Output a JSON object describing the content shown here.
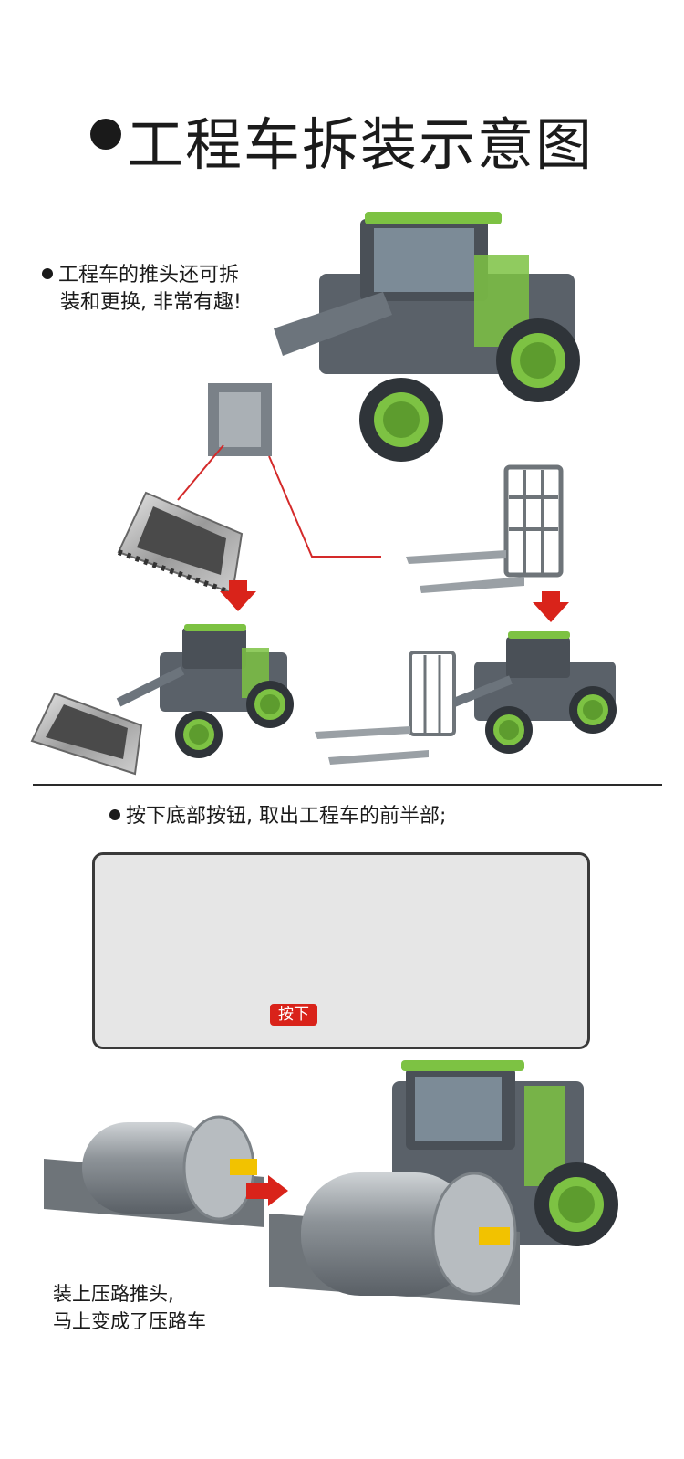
{
  "header": {
    "title": "工程车拆装示意图"
  },
  "section1": {
    "caption_line1": "工程车的推头还可拆",
    "caption_line2": "装和更换, 非常有趣!"
  },
  "section2": {
    "caption": "按下底部按钮, 取出工程车的前半部;",
    "press_label": "按下"
  },
  "section3": {
    "caption_line1": "装上压路推头,",
    "caption_line2": "马上变成了压路车"
  },
  "colors": {
    "accent_green": "#7dc243",
    "body_gray": "#5a6169",
    "dark_tire": "#2f3439",
    "arrow_red": "#d9231a",
    "connector_red": "#d42a2a"
  }
}
